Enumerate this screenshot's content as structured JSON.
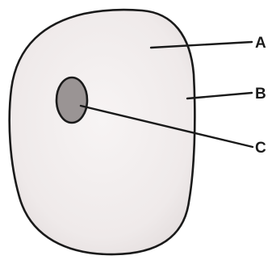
{
  "labels": {
    "a": "A",
    "b": "B",
    "c": "C"
  },
  "colors": {
    "cell_fill": "#f2eeee",
    "outline": "#1a1a1a",
    "nucleus_fill": "#9a9494"
  }
}
